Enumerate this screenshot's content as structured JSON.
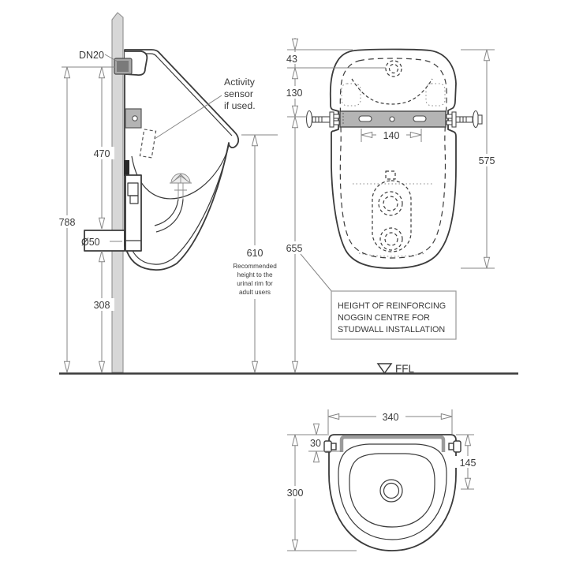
{
  "drawing": {
    "side": {
      "dn20": "DN20",
      "dim_470": "470",
      "dim_788": "788",
      "dia_50": "Ø50",
      "dim_308": "308",
      "dim_610": "610",
      "activity_note": [
        "Activity",
        "sensor",
        "if used."
      ],
      "rim_note": [
        "Recommended",
        "height to the",
        "urinal rim for",
        "adult users"
      ]
    },
    "front": {
      "dim_43": "43",
      "dim_130": "130",
      "dim_140": "140",
      "dim_575": "575",
      "dim_655": "655",
      "note_box": [
        "HEIGHT OF REINFORCING",
        "NOGGIN CENTRE FOR",
        "STUDWALL INSTALLATION"
      ]
    },
    "plan": {
      "dim_340": "340",
      "dim_30": "30",
      "dim_145": "145",
      "dim_300": "300"
    },
    "floor_label": "FFL",
    "colors": {
      "object_line": "#3b3b3b",
      "dimension_line": "#858585",
      "wall_fill": "#d7d7d7",
      "bracket_fill": "#b4b4b4"
    }
  }
}
